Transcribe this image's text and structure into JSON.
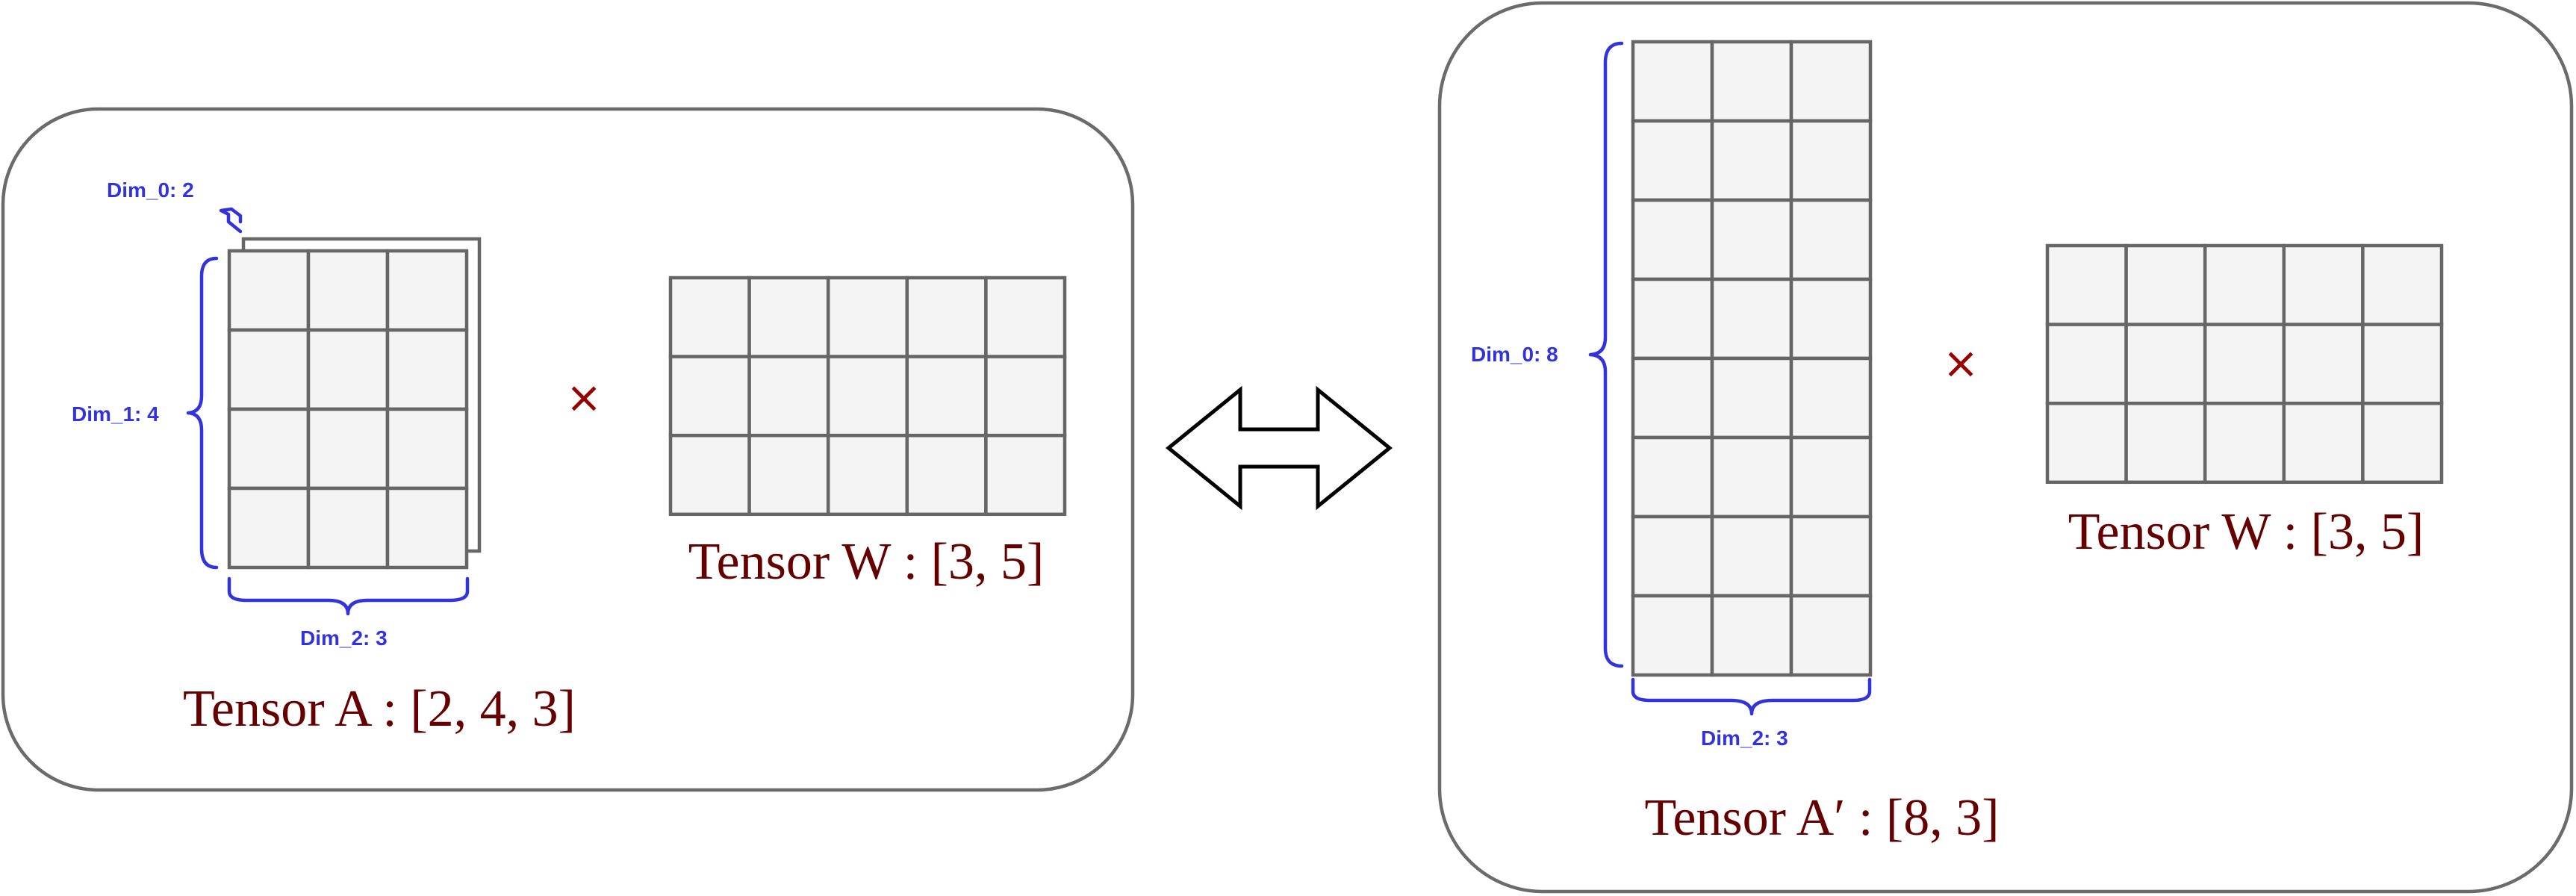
{
  "left_panel": {
    "dim0_label": "Dim_0: 2",
    "dim1_label": "Dim_1: 4",
    "dim2_label": "Dim_2: 3",
    "multiply_symbol": "×",
    "tensor_a_label": "Tensor A : [2, 4, 3]",
    "tensor_w_label": "Tensor W : [3, 5]",
    "tensor_a_shape": {
      "dim0": 2,
      "dim1": 4,
      "dim2": 3
    },
    "tensor_w_shape": {
      "rows": 3,
      "cols": 5
    }
  },
  "right_panel": {
    "dim0_label": "Dim_0: 8",
    "dim2_label": "Dim_2: 3",
    "multiply_symbol": "×",
    "tensor_a_label": "Tensor A′ : [8, 3]",
    "tensor_w_label": "Tensor W : [3, 5]",
    "tensor_a_shape": {
      "rows": 8,
      "cols": 3
    },
    "tensor_w_shape": {
      "rows": 3,
      "cols": 5
    }
  },
  "center": {
    "arrow_icon": "double-arrow-icon"
  },
  "colors": {
    "panel_border": "#6b6b6b",
    "cell_fill": "#f4f4f4",
    "cell_border": "#666666",
    "dim_label": "#3333dd",
    "tensor_label": "#660000",
    "times": "#990000"
  }
}
